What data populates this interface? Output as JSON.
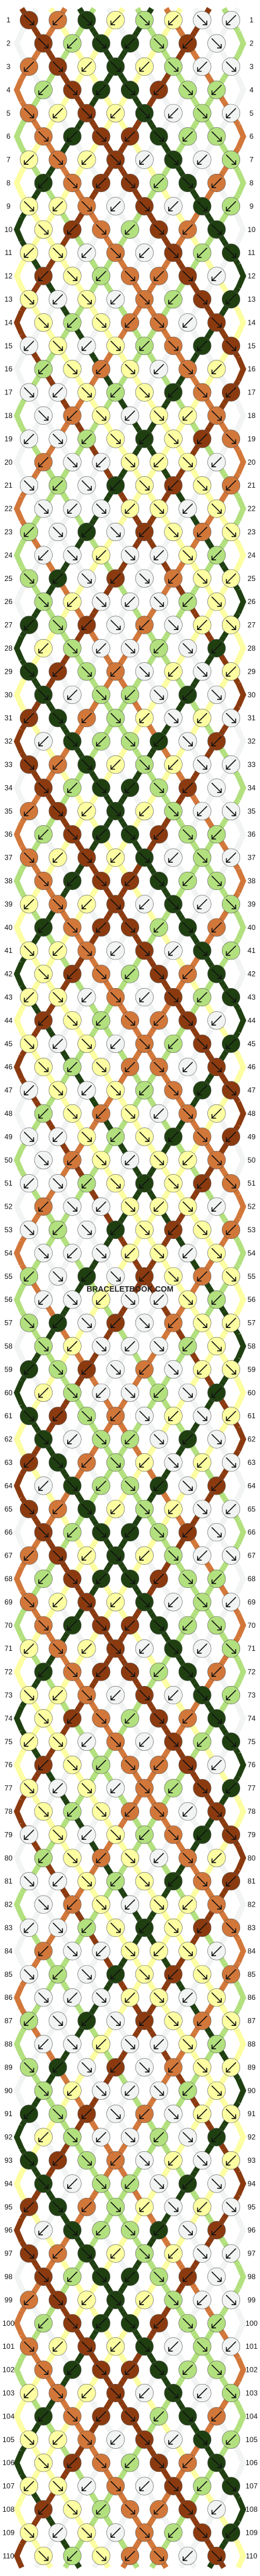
{
  "pattern": {
    "rows": 110,
    "knots_per_row_even": 8,
    "knots_per_row_odd": 7,
    "colors": {
      "A": "#8b3a10",
      "B": "#f1f4f2",
      "C": "#fcfea1",
      "D": "#d2773a",
      "E": "#1f3f11",
      "F": "#b2e07e"
    },
    "string_order": [
      "A",
      "B",
      "C",
      "D",
      "E",
      "F",
      "B",
      "C",
      "F",
      "E",
      "D",
      "C",
      "B",
      "A",
      "F",
      "B"
    ]
  },
  "row_numbers": [
    "1",
    "2",
    "3",
    "4",
    "5",
    "6",
    "7",
    "8",
    "9",
    "10",
    "11",
    "12",
    "13",
    "14",
    "15",
    "16",
    "17",
    "18",
    "19",
    "20",
    "21",
    "22",
    "23",
    "24",
    "25",
    "26",
    "27",
    "28",
    "29",
    "30",
    "31",
    "32",
    "33",
    "34",
    "35",
    "36",
    "37",
    "38",
    "39",
    "40",
    "41",
    "42",
    "43",
    "44",
    "45",
    "46",
    "47",
    "48",
    "49",
    "50",
    "51",
    "52",
    "53",
    "54",
    "55",
    "56",
    "57",
    "58",
    "59",
    "60",
    "61",
    "62",
    "63",
    "64",
    "65",
    "66",
    "67",
    "68",
    "69",
    "70",
    "71",
    "72",
    "73",
    "74",
    "75",
    "76",
    "77",
    "78",
    "79",
    "80",
    "81",
    "82",
    "83",
    "84",
    "85",
    "86",
    "87",
    "88",
    "89",
    "90",
    "91",
    "92",
    "93",
    "94",
    "95",
    "96",
    "97",
    "98",
    "99",
    "100",
    "101",
    "102",
    "103",
    "104",
    "105",
    "106",
    "107",
    "108",
    "109",
    "110"
  ],
  "watermark": "BRACELETBOOK.COM"
}
